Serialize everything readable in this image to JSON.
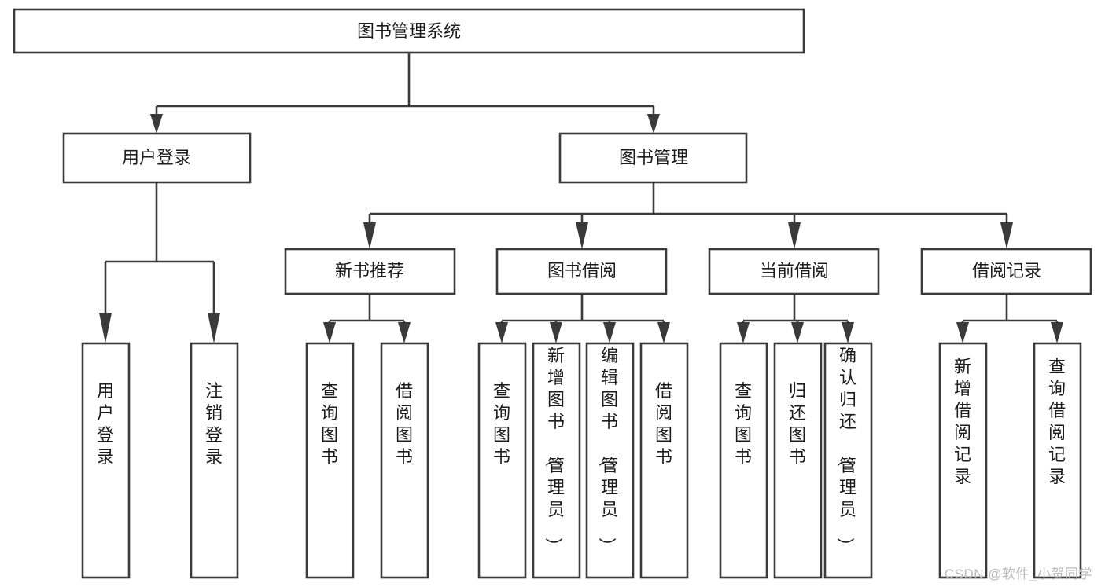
{
  "diagram": {
    "type": "tree",
    "title": "图书管理系统",
    "orientation": "top-down",
    "watermark": "CSDN @软件_小贺同学",
    "colors": {
      "stroke": "#3a3a3a",
      "fill": "#ffffff",
      "text": "#1c1c1c",
      "watermark": "#b9b9b9"
    },
    "nodes": {
      "root": {
        "label": "图书管理系统"
      },
      "level2": [
        {
          "id": "user-login",
          "label": "用户登录"
        },
        {
          "id": "book-manage",
          "label": "图书管理"
        }
      ],
      "level3": [
        {
          "id": "new-book-recommend",
          "label": "新书推荐"
        },
        {
          "id": "book-borrow",
          "label": "图书借阅"
        },
        {
          "id": "current-borrow",
          "label": "当前借阅"
        },
        {
          "id": "borrow-record",
          "label": "借阅记录"
        }
      ],
      "leaves": {
        "user-login": [
          {
            "id": "leaf-user-login",
            "label": "用户登录"
          },
          {
            "id": "leaf-user-logout",
            "label": "注销登录"
          }
        ],
        "new-book-recommend": [
          {
            "id": "leaf-query-book-1",
            "label": "查询图书"
          },
          {
            "id": "leaf-borrow-book-1",
            "label": "借阅图书"
          }
        ],
        "book-borrow": [
          {
            "id": "leaf-query-book-2",
            "label": "查询图书"
          },
          {
            "id": "leaf-add-book",
            "label": "新增图书（管理员）"
          },
          {
            "id": "leaf-edit-book",
            "label": "编辑图书（管理员）"
          },
          {
            "id": "leaf-borrow-book-2",
            "label": "借阅图书"
          }
        ],
        "current-borrow": [
          {
            "id": "leaf-query-book-3",
            "label": "查询图书"
          },
          {
            "id": "leaf-return-book",
            "label": "归还图书"
          },
          {
            "id": "leaf-confirm-return",
            "label": "确认归还（管理员）"
          }
        ],
        "borrow-record": [
          {
            "id": "leaf-add-record",
            "label": "新增借阅记录"
          },
          {
            "id": "leaf-query-record",
            "label": "查询借阅记录"
          }
        ]
      }
    }
  }
}
